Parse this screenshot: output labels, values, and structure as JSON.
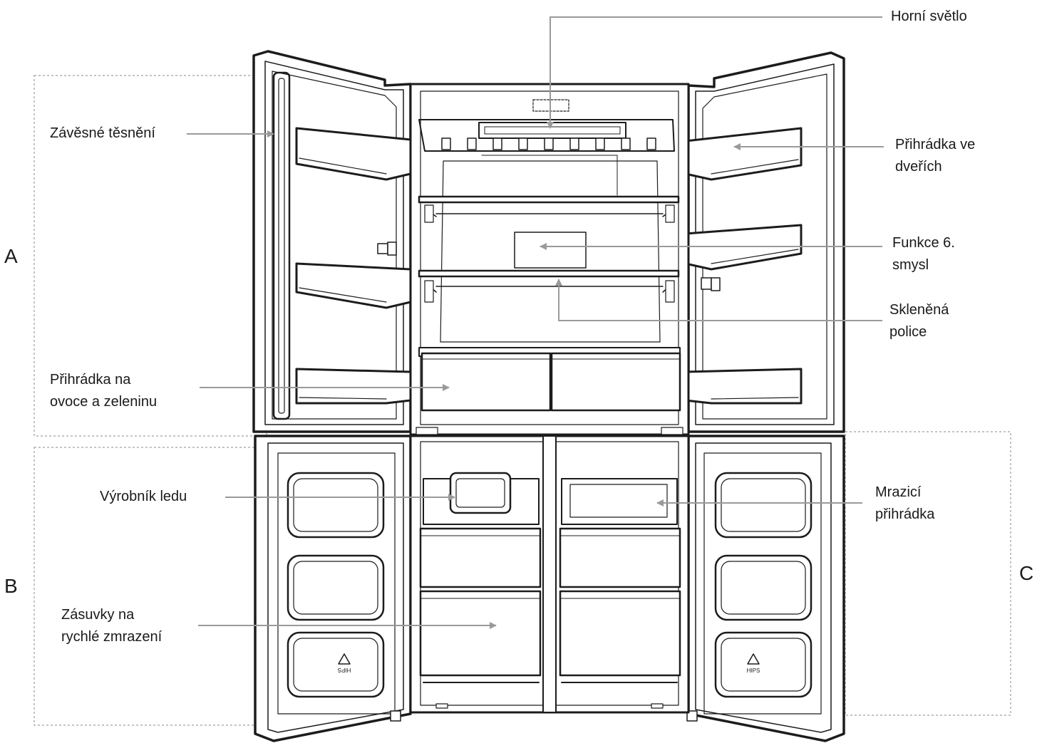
{
  "sections": {
    "a": "A",
    "b": "B",
    "c": "C"
  },
  "labels": {
    "top_light": "Horní světlo",
    "hinge_seal": "Závěsné těsnění",
    "door_bin_1": "Přihrádka ve",
    "door_bin_2": "dveřích",
    "sixth_sense_1": "Funkce 6.",
    "sixth_sense_2": "smysl",
    "glass_shelf_1": "Skleněná",
    "glass_shelf_2": "police",
    "crisper_1": "Přihrádka na",
    "crisper_2": "ovoce a zeleninu",
    "ice_maker": "Výrobník ledu",
    "freezer_bin_1": "Mrazicí",
    "freezer_bin_2": "přihrádka",
    "quick_freeze_1": "Zásuvky na",
    "quick_freeze_2": "rychlé zmrazení"
  },
  "recycling_marks": {
    "left": "HIPS",
    "right": "HIPS"
  },
  "colors": {
    "outline": "#1c1c1c",
    "leader": "#9a9a9a",
    "dashed_box": "#8a8a8a",
    "text": "#1a1a1a"
  }
}
